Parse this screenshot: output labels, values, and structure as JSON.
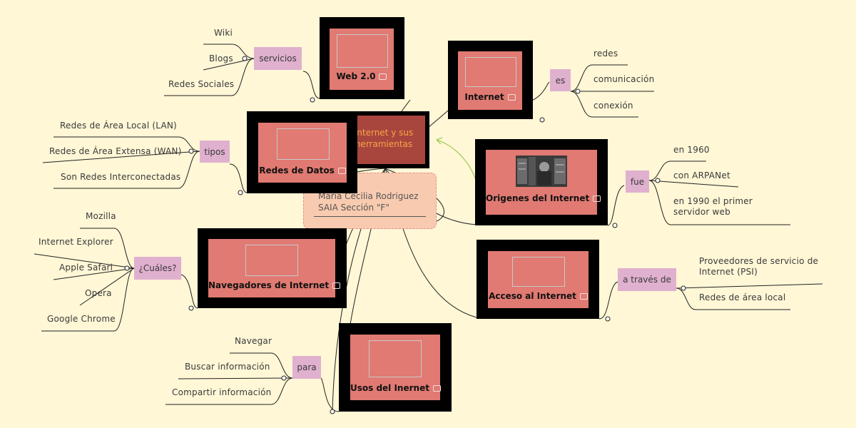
{
  "center": {
    "title_line1": "Internet y sus",
    "title_line2": "herramientas"
  },
  "author": {
    "name": "Maria Cecilia Rodriguez",
    "section": "SAIA Sección \"F\""
  },
  "topics": {
    "web20": {
      "label": "Web 2.0"
    },
    "internet": {
      "label": "Internet"
    },
    "redes": {
      "label": "Redes de Datos"
    },
    "origenes": {
      "label": "Origenes del Internet"
    },
    "navegadores": {
      "label": "Navegadores de Internet"
    },
    "acceso": {
      "label": "Acceso al Internet"
    },
    "usos": {
      "label": "Usos del Inernet"
    }
  },
  "connectors": {
    "servicios": "servicios",
    "es": "es",
    "tipos": "tipos",
    "fue": "fue",
    "cuales": "¿Cuáles?",
    "atraves": "a través de",
    "para": "para"
  },
  "leaves": {
    "servicios": [
      "Wiki",
      "Blogs",
      "Redes Sociales"
    ],
    "es": [
      "redes",
      "comunicación",
      "conexión"
    ],
    "tipos": [
      "Redes de Área Local (LAN)",
      "Redes de Área Extensa (WAN)",
      "Son Redes Interconectadas"
    ],
    "fue": [
      "en 1960",
      "con ARPANet",
      "en 1990 el primer servidor web"
    ],
    "cuales": [
      "Mozilla",
      "Internet Explorer",
      "Apple Safari",
      "Opera",
      "Google Chrome"
    ],
    "atraves": [
      "Proveedores de servicio de Internet (PSI)",
      "Redes de área local"
    ],
    "para": [
      "Navegar",
      "Buscar información",
      "Compartir información"
    ]
  },
  "colors": {
    "background": "#fff7d6",
    "topic_fill": "#e07a72",
    "topic_border": "#000000",
    "connector_fill": "#e0b0cf",
    "center_fill": "#a8463e",
    "center_text": "#f7a545",
    "author_fill": "#f8cbb0",
    "arrow": "#8dc63f"
  }
}
